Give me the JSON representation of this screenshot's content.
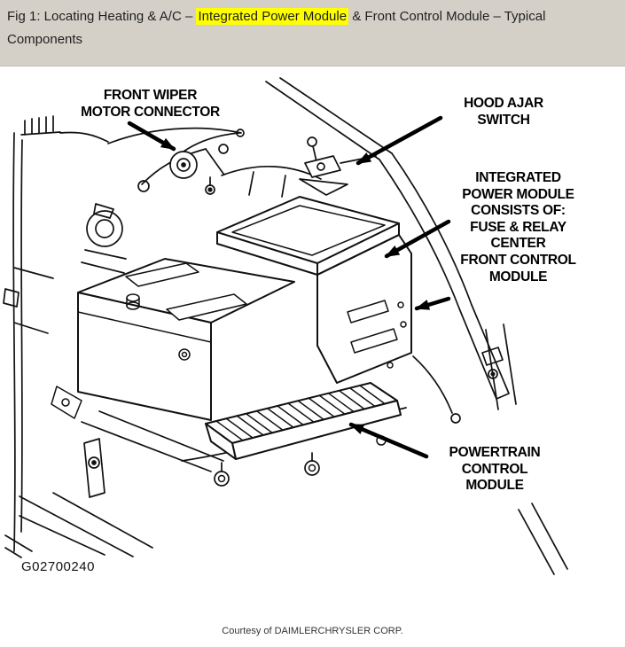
{
  "header": {
    "title": {
      "prefix": "Fig 1: Locating Heating & A/C – ",
      "highlight": "Integrated Power Module",
      "suffix": " & Front Control Module – Typical",
      "line2": "Components"
    },
    "highlight_color": "#ffff00",
    "background_color": "#d4d0c8"
  },
  "diagram": {
    "ink_color": "#000000",
    "callouts": {
      "front_wiper": {
        "text": "FRONT WIPER\nMOTOR CONNECTOR"
      },
      "hood_ajar": {
        "text": "HOOD AJAR\nSWITCH"
      },
      "integrated_power_module": {
        "text": "INTEGRATED\nPOWER MODULE\nCONSISTS OF:\nFUSE & RELAY\nCENTER\nFRONT CONTROL\nMODULE"
      },
      "powertrain": {
        "text": "POWERTRAIN\nCONTROL\nMODULE"
      }
    },
    "figure_id": "G02700240",
    "courtesy": "Courtesy of DAIMLERCHRYSLER CORP."
  }
}
